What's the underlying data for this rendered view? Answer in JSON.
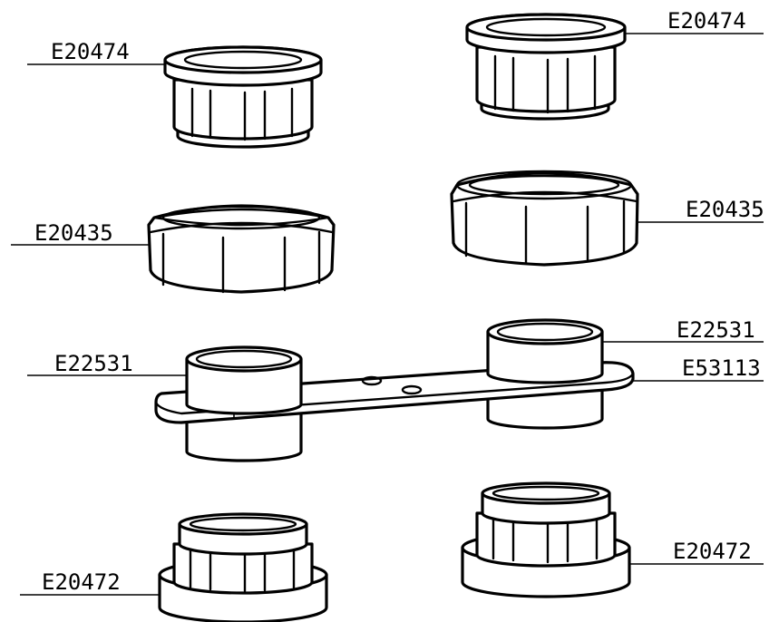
{
  "labels": {
    "top_left": "E20474",
    "top_right": "E20474",
    "nut_left": "E20435",
    "nut_right": "E20435",
    "tube_left": "E22531",
    "tube_right": "E22531",
    "plate": "E53113",
    "bottom_left": "E20472",
    "bottom_right": "E20472"
  }
}
